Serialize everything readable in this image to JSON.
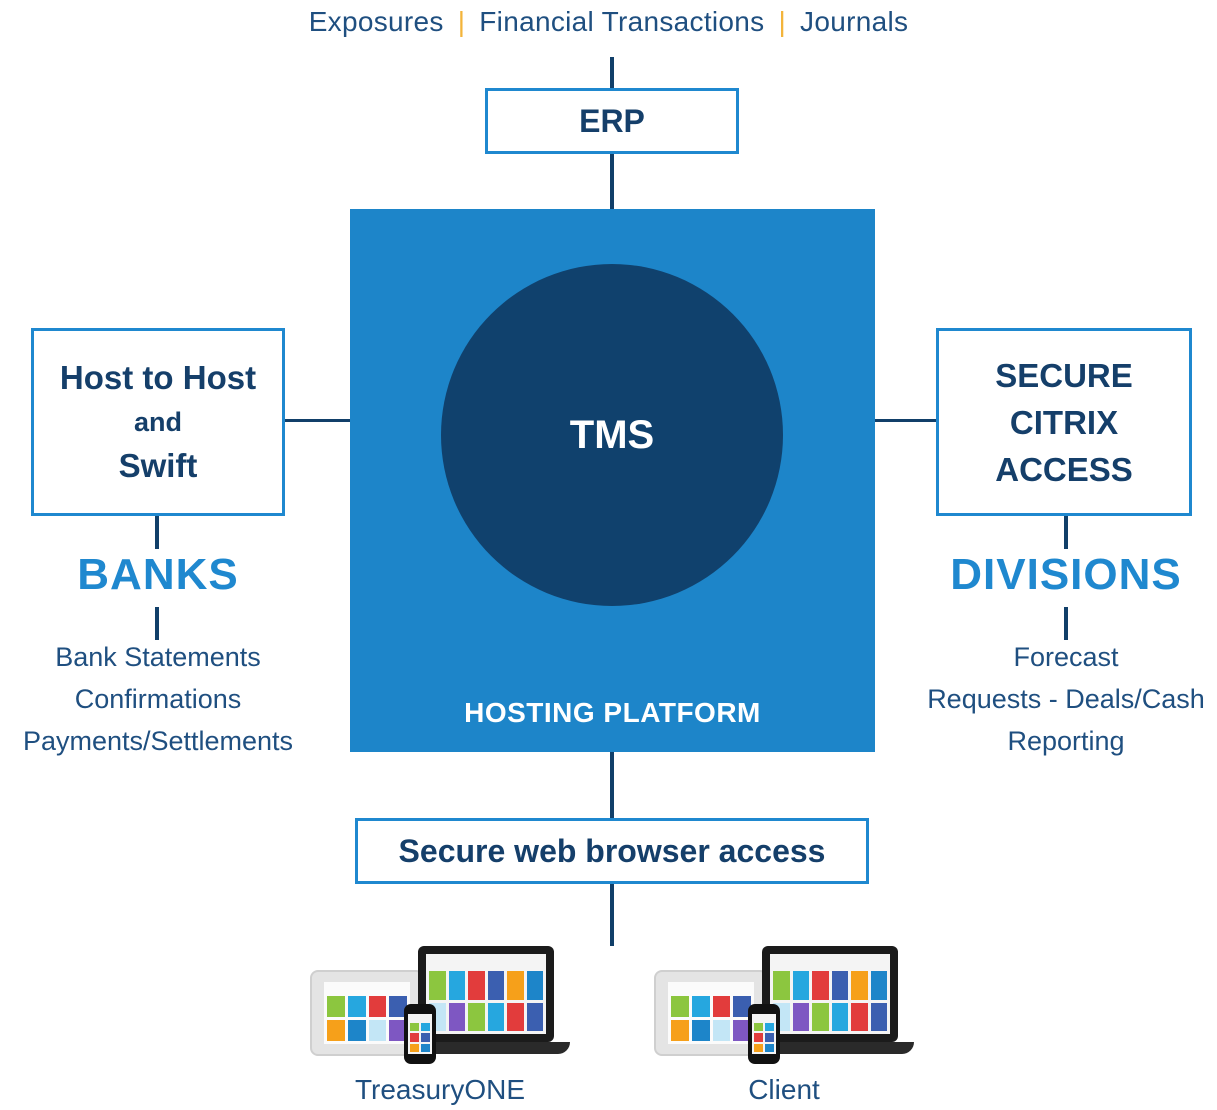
{
  "top_items": [
    "Exposures",
    "Financial Transactions",
    "Journals"
  ],
  "erp_label": "ERP",
  "tms_label": "TMS",
  "platform_label": "HOSTING PLATFORM",
  "left_box": {
    "line1": "Host to Host",
    "line2": "and",
    "line3": "Swift"
  },
  "right_box": {
    "line1": "SECURE",
    "line2": "CITRIX",
    "line3": "ACCESS"
  },
  "banks": {
    "title": "BANKS",
    "items": [
      "Bank Statements",
      "Confirmations",
      "Payments/Settlements"
    ]
  },
  "divisions": {
    "title": "DIVISIONS",
    "items": [
      "Forecast",
      "Requests - Deals/Cash",
      "Reporting"
    ]
  },
  "browser_label": "Secure web browser access",
  "devices": [
    {
      "caption": "TreasuryONE"
    },
    {
      "caption": "Client"
    }
  ],
  "colors": {
    "platform": "#1d85c9",
    "circle": "#10416d",
    "accent": "#1f88cf",
    "separator": "#f3b43b",
    "text_dark": "#153f6a"
  },
  "tile_colors": [
    "#8cc63f",
    "#26a7df",
    "#e23c3c",
    "#3b5fb0",
    "#f6a01a",
    "#1d85c9",
    "#c3e6f6",
    "#7e57c2"
  ]
}
